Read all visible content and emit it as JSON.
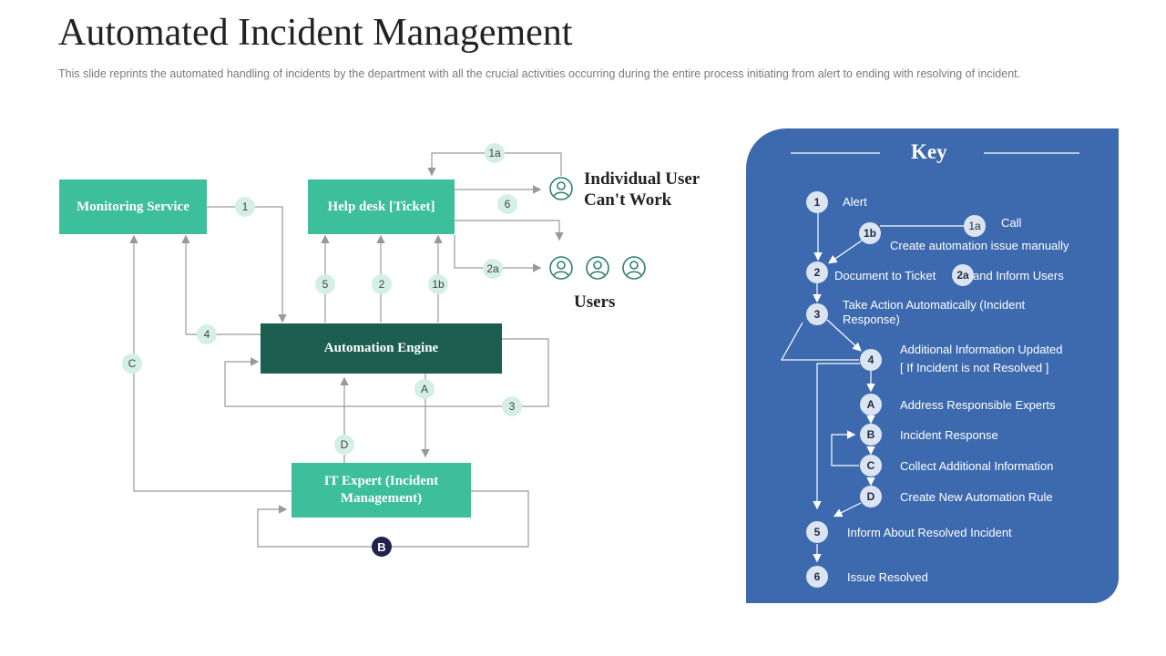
{
  "header": {
    "title": "Automated Incident Management",
    "subtitle": "This slide reprints the automated handling of incidents by the department with all the crucial activities occurring  during the entire process initiating from alert to ending with resolving of incident."
  },
  "diagram": {
    "boxes": {
      "monitoring": "Monitoring Service",
      "helpdesk": "Help desk [Ticket]",
      "engine": "Automation Engine",
      "it_expert": "IT Expert (Incident Management)"
    },
    "badges": {
      "b1": "1",
      "b1a": "1a",
      "b6": "6",
      "b2a": "2a",
      "b5": "5",
      "b2": "2",
      "b1b": "1b",
      "b4": "4",
      "bC": "C",
      "bA": "A",
      "b3": "3",
      "bD": "D",
      "bB": "B"
    },
    "labels": {
      "individual_user": "Individual User Can't Work",
      "users": "Users"
    }
  },
  "key": {
    "title": "Key",
    "badges": {
      "k1": "1",
      "k1b": "1b",
      "k1a": "1a",
      "k2": "2",
      "k2a": "2a",
      "k3": "3",
      "k4": "4",
      "kA": "A",
      "kB": "B",
      "kC": "C",
      "kD": "D",
      "k5": "5",
      "k6": "6"
    },
    "texts": {
      "alert": "Alert",
      "call": "Call",
      "create_manual": "Create automation issue manually",
      "doc_ticket": "Document to Ticket",
      "inform_users": "and Inform Users",
      "take_action": "Take Action Automatically (Incident Response)",
      "add_info": "Additional Information Updated",
      "if_not_resolved": "[ If Incident is not Resolved  ]",
      "address_experts": "Address Responsible Experts",
      "incident_response": "Incident Response",
      "collect_info": "Collect Additional Information",
      "new_rule": "Create New Automation Rule",
      "inform_resolved": "Inform About Resolved Incident",
      "issue_resolved": "Issue Resolved"
    }
  },
  "colors": {
    "teal": "#3dbf9b",
    "dark_green": "#1c5e4f",
    "key_blue": "#3d6aaf",
    "badge_mint": "#d4efe5",
    "badge_navy": "#1f2150"
  }
}
